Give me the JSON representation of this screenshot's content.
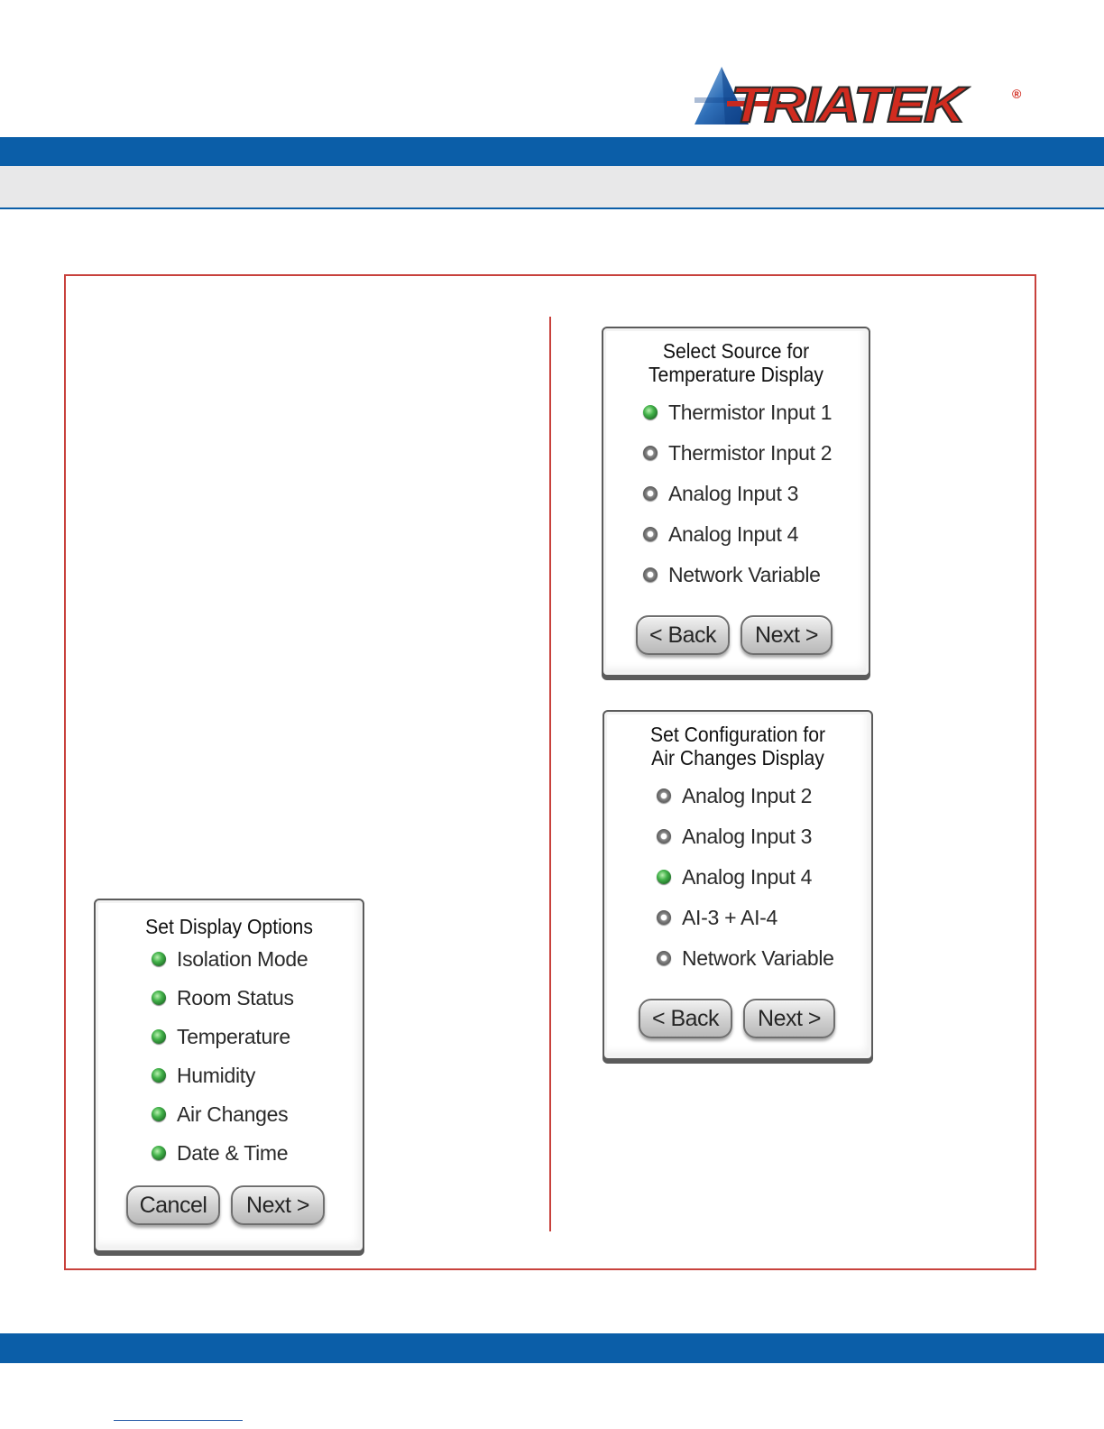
{
  "brand": {
    "name": "TRIATEK",
    "registered": "®",
    "color": "#0b5ea8"
  },
  "panels": {
    "display_options": {
      "title": "Set Display Options",
      "options": [
        {
          "label": "Isolation Mode",
          "selected": true
        },
        {
          "label": "Room Status",
          "selected": true
        },
        {
          "label": "Temperature",
          "selected": true
        },
        {
          "label": "Humidity",
          "selected": true
        },
        {
          "label": "Air Changes",
          "selected": true
        },
        {
          "label": "Date & Time",
          "selected": true
        }
      ],
      "buttons": {
        "cancel": "Cancel",
        "next": "Next >"
      }
    },
    "temperature_source": {
      "title_line1": "Select Source for",
      "title_line2": "Temperature Display",
      "options": [
        {
          "label": "Thermistor Input 1",
          "selected": true
        },
        {
          "label": "Thermistor Input 2",
          "selected": false
        },
        {
          "label": "Analog Input 3",
          "selected": false
        },
        {
          "label": "Analog Input 4",
          "selected": false
        },
        {
          "label": "Network Variable",
          "selected": false
        }
      ],
      "buttons": {
        "back": "< Back",
        "next": "Next >"
      }
    },
    "air_changes_config": {
      "title_line1": "Set Configuration for",
      "title_line2": "Air Changes Display",
      "options": [
        {
          "label": "Analog Input 2",
          "selected": false
        },
        {
          "label": "Analog Input 3",
          "selected": false
        },
        {
          "label": "Analog Input 4",
          "selected": true
        },
        {
          "label": "AI-3 + AI-4",
          "selected": false
        },
        {
          "label": "Network Variable",
          "selected": false
        }
      ],
      "buttons": {
        "back": "< Back",
        "next": "Next >"
      }
    }
  }
}
